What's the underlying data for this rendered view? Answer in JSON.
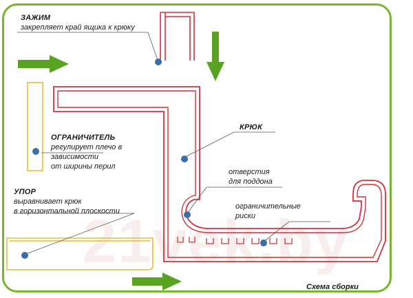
{
  "labels": {
    "clamp": {
      "title": "ЗАЖИМ",
      "desc": "закрепляет край ящика к крюку"
    },
    "limiter": {
      "title": "ОГРАНИЧИТЕЛЬ",
      "desc": [
        "регулирует плечо в",
        "зависимости",
        "от ширины перил"
      ]
    },
    "stop": {
      "title": "УПОР",
      "desc": [
        "выравнивает крюк",
        "в горизонтальной плоскости"
      ]
    },
    "hook": {
      "title": "КРЮК"
    },
    "holes": {
      "desc": [
        "отверстия",
        "для поддона"
      ]
    },
    "rims": {
      "desc": [
        "ограничительные",
        "риски"
      ]
    }
  },
  "caption": "Схема сборки",
  "watermark": "21vek.by",
  "colors": {
    "frame": "#77b52a",
    "arrow": "#5aa322",
    "hook": "#d0343a",
    "stop": "#e6c84a",
    "dot": "#3a6ea5"
  }
}
